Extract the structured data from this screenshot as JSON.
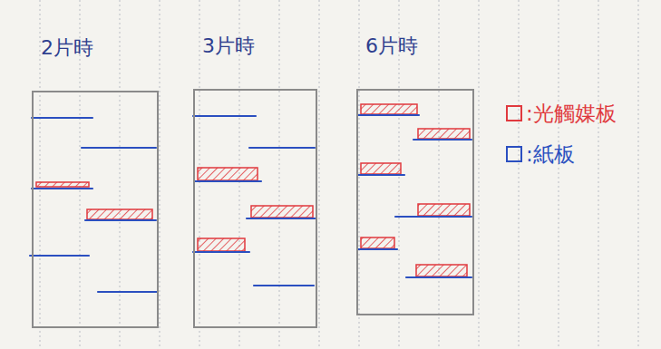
{
  "diagram": {
    "nodes": [
      {
        "text": [
          "2片時"
        ]
      },
      {
        "text": [
          "3片時"
        ]
      },
      {
        "text": [
          "6片時"
        ]
      }
    ],
    "legend": [
      {
        "text": ":光觸媒板",
        "color": "#e0393e"
      },
      {
        "text": ":紙板",
        "color": "#2b4fc0"
      }
    ]
  }
}
